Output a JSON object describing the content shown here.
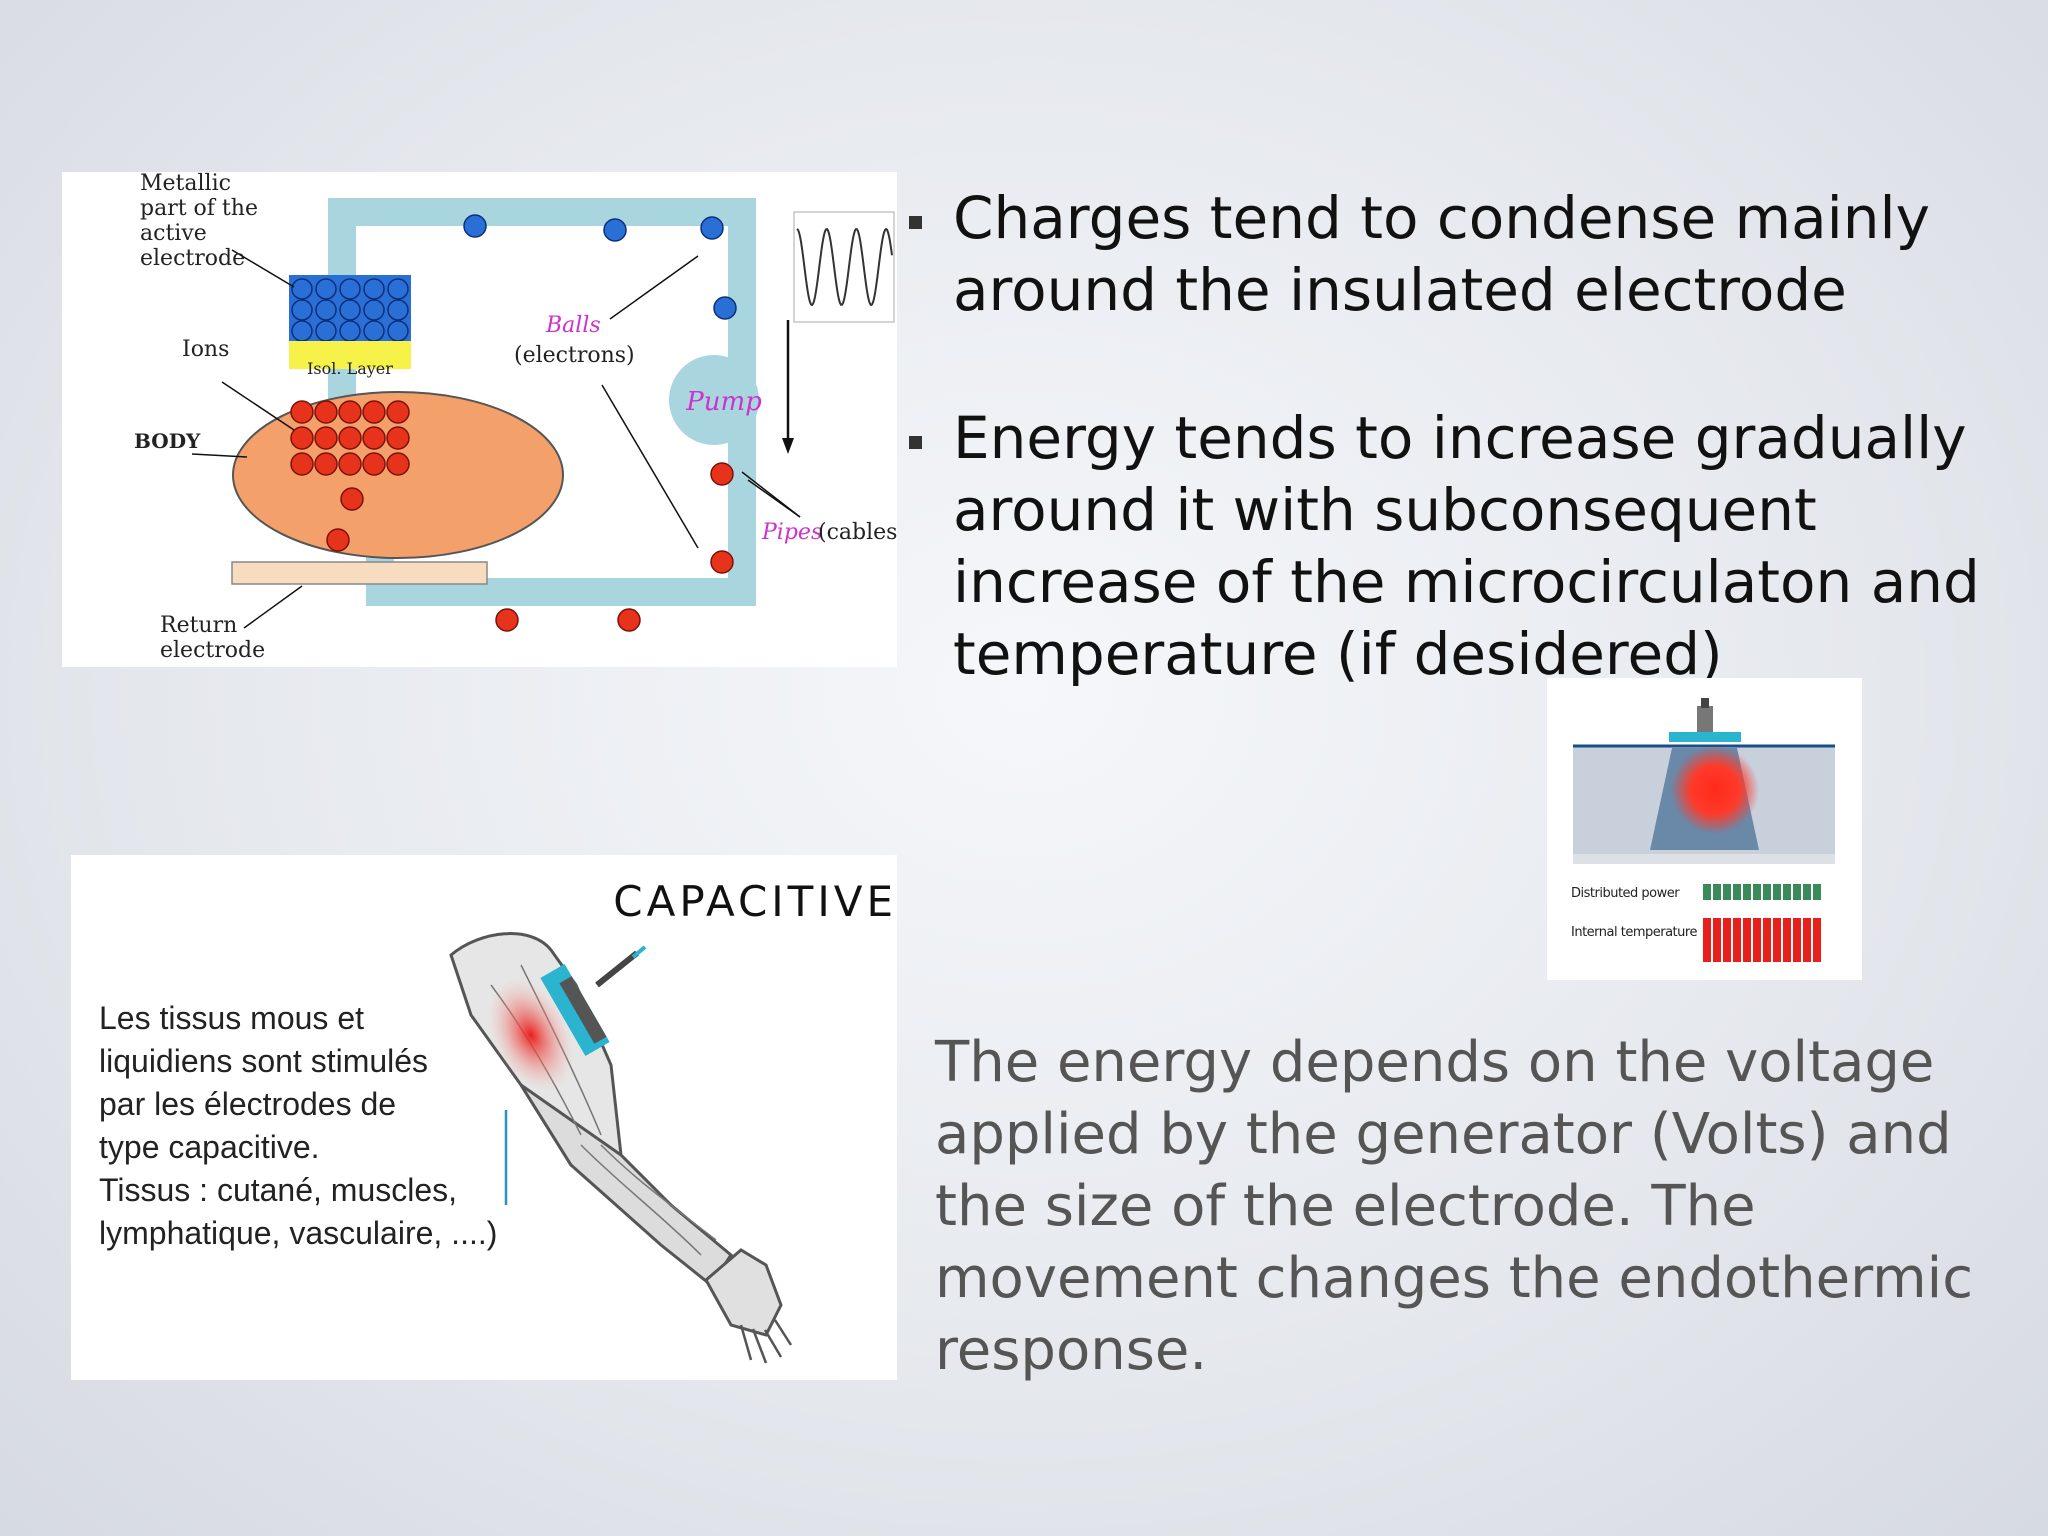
{
  "bullets": [
    "Charges tend to condense mainly around the insulated electrode",
    "Energy tends to increase gradually around it with subconsequent increase of the microcirculaton and temperature  (if desidered)"
  ],
  "energy_paragraph": "The energy depends on the voltage applied by the generator (Volts) and the size of the electrode. The movement changes the endothermic response.",
  "circuit_diagram": {
    "label_metallic": [
      "Metallic",
      "part of the",
      "active",
      "electrode"
    ],
    "label_ions": "Ions",
    "label_isol_layer": "Isol. Layer",
    "label_body": "BODY",
    "label_balls": "Balls",
    "label_electrons": "(electrons)",
    "label_pump": "Pump",
    "label_pipes": "Pipes",
    "label_cables": "(cables)",
    "label_return": [
      "Return",
      "electrode"
    ],
    "colors": {
      "pipe": "#a9d6de",
      "electron": "#2a6fd6",
      "ion": "#e8331c",
      "body": "#f4a06b",
      "isol": "#f7f24a",
      "pump_text": "#cc33cc"
    }
  },
  "capacitive_panel": {
    "title": "CAPACITIVE",
    "caption_lines": [
      "Les tissus mous et",
      "liquidiens sont stimulés",
      "par les électrodes de",
      "type capacitive.",
      "Tissus : cutané, muscles,",
      "lymphatique, vasculaire, ....)"
    ]
  },
  "heating_panel": {
    "label_power": "Distributed power",
    "label_temperature": "Internal temperature",
    "colors": {
      "power_bar": "#3a8a5a",
      "temp_bar": "#e8201c",
      "hot_spot": "#ff2a1a"
    }
  }
}
